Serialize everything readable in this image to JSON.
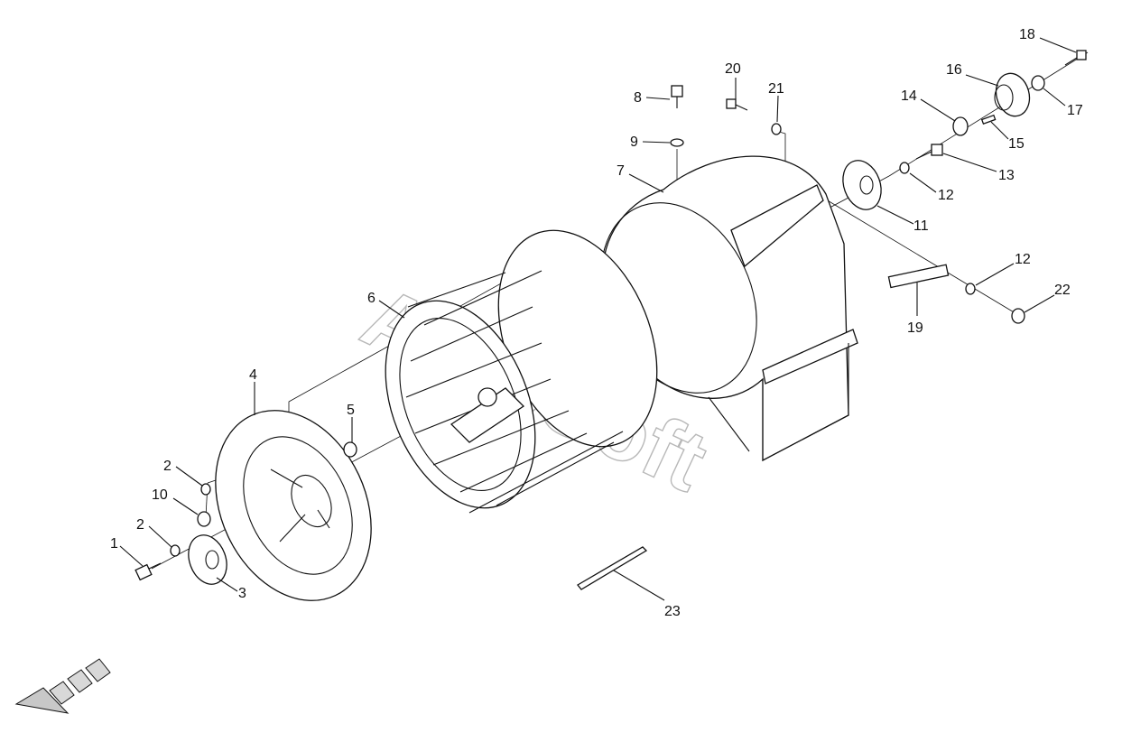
{
  "watermark": "AutoSoft",
  "callouts": [
    {
      "id": "1",
      "text": "1"
    },
    {
      "id": "2a",
      "text": "2"
    },
    {
      "id": "2b",
      "text": "2"
    },
    {
      "id": "3",
      "text": "3"
    },
    {
      "id": "4",
      "text": "4"
    },
    {
      "id": "5",
      "text": "5"
    },
    {
      "id": "6",
      "text": "6"
    },
    {
      "id": "7",
      "text": "7"
    },
    {
      "id": "8",
      "text": "8"
    },
    {
      "id": "9",
      "text": "9"
    },
    {
      "id": "10",
      "text": "10"
    },
    {
      "id": "11",
      "text": "11"
    },
    {
      "id": "12a",
      "text": "12"
    },
    {
      "id": "12b",
      "text": "12"
    },
    {
      "id": "13",
      "text": "13"
    },
    {
      "id": "14",
      "text": "14"
    },
    {
      "id": "15",
      "text": "15"
    },
    {
      "id": "16",
      "text": "16"
    },
    {
      "id": "17",
      "text": "17"
    },
    {
      "id": "18",
      "text": "18"
    },
    {
      "id": "19",
      "text": "19"
    },
    {
      "id": "20",
      "text": "20"
    },
    {
      "id": "21",
      "text": "21"
    },
    {
      "id": "22",
      "text": "22"
    },
    {
      "id": "23",
      "text": "23"
    }
  ]
}
